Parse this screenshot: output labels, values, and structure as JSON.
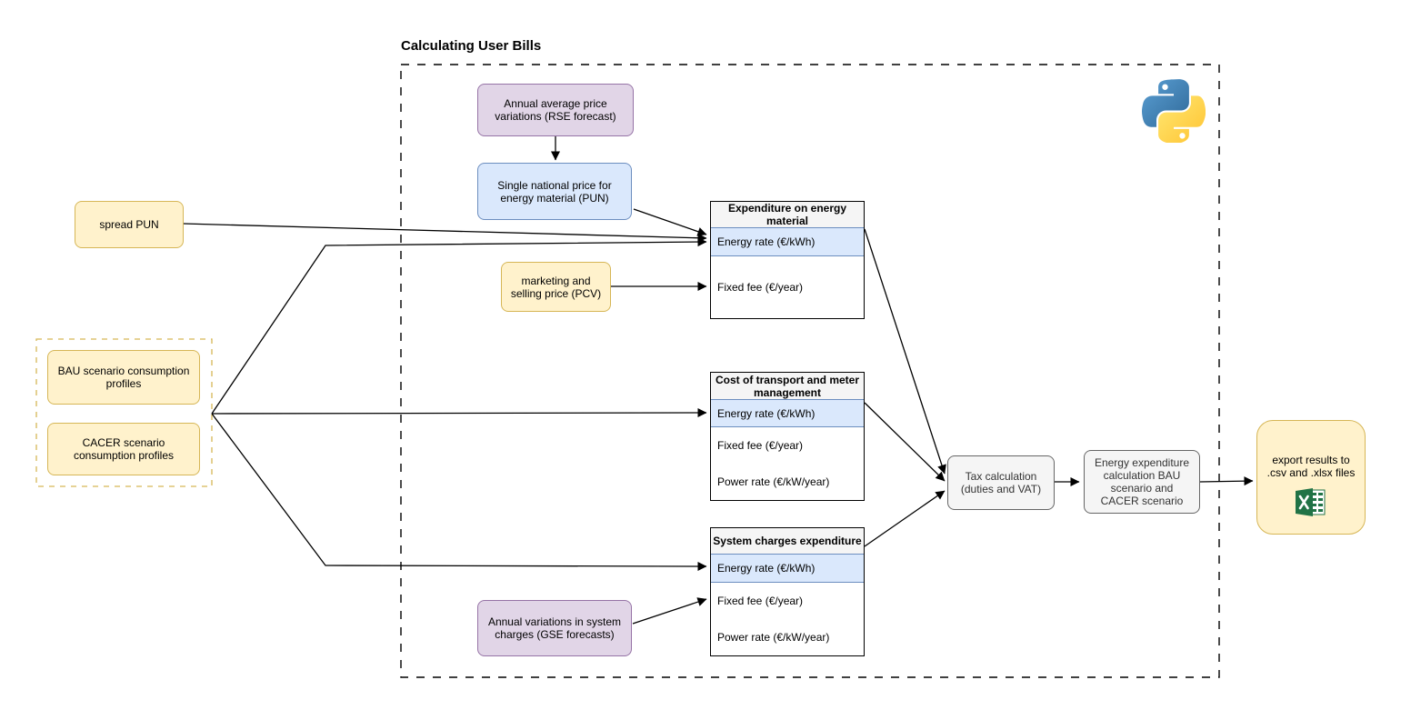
{
  "title": "Calculating User Bills",
  "nodes": {
    "rse": {
      "label": "Annual average price variations (RSE forecast)"
    },
    "pun": {
      "label": "Single national price for energy material (PUN)"
    },
    "spread_pun": {
      "label": "spread PUN"
    },
    "pcv": {
      "label": "marketing and selling price (PCV)"
    },
    "bau": {
      "label": "BAU scenario consumption profiles"
    },
    "cacer": {
      "label": "CACER scenario consumption profiles"
    },
    "gse": {
      "label": "Annual variations in system charges (GSE forecasts)"
    },
    "tax": {
      "label": "Tax calculation (duties and VAT)"
    },
    "energy_expenditure": {
      "label": "Energy expenditure calculation BAU scenario and CACER scenario"
    },
    "export": {
      "label": "export results to .csv and .xlsx files"
    }
  },
  "tables": [
    {
      "title": "Expenditure on energy material",
      "rows": [
        {
          "label": "Energy rate (€/kWh)",
          "highlight": true
        },
        {
          "label": "Fixed fee (€/year)",
          "highlight": false
        }
      ]
    },
    {
      "title": "Cost of transport and meter management",
      "rows": [
        {
          "label": "Energy rate (€/kWh)",
          "highlight": true
        },
        {
          "label": "Fixed fee (€/year)",
          "highlight": false
        },
        {
          "label": "Power rate (€/kW/year)",
          "highlight": false
        }
      ]
    },
    {
      "title": "System charges expenditure",
      "rows": [
        {
          "label": "Energy rate (€/kWh)",
          "highlight": true
        },
        {
          "label": "Fixed fee (€/year)",
          "highlight": false
        },
        {
          "label": "Power rate (€/kW/year)",
          "highlight": false
        }
      ]
    }
  ],
  "icons": {
    "python": "python-logo",
    "excel": "excel-spreadsheet-icon"
  },
  "colors": {
    "yellow_fill": "#FFF2CC",
    "yellow_stroke": "#D6B656",
    "purple_fill": "#E1D5E7",
    "purple_stroke": "#9673A6",
    "blue_fill": "#DAE8FC",
    "blue_stroke": "#6C8EBF",
    "gray_fill": "#F5F5F5",
    "gray_stroke": "#666666",
    "table_header_fill": "#F5F5F5",
    "table_row_highlight": "#DAE8FC",
    "arrow": "#000000",
    "excel_green": "#217346",
    "python_blue": "#387EB8",
    "python_yellow": "#FFD43B"
  }
}
